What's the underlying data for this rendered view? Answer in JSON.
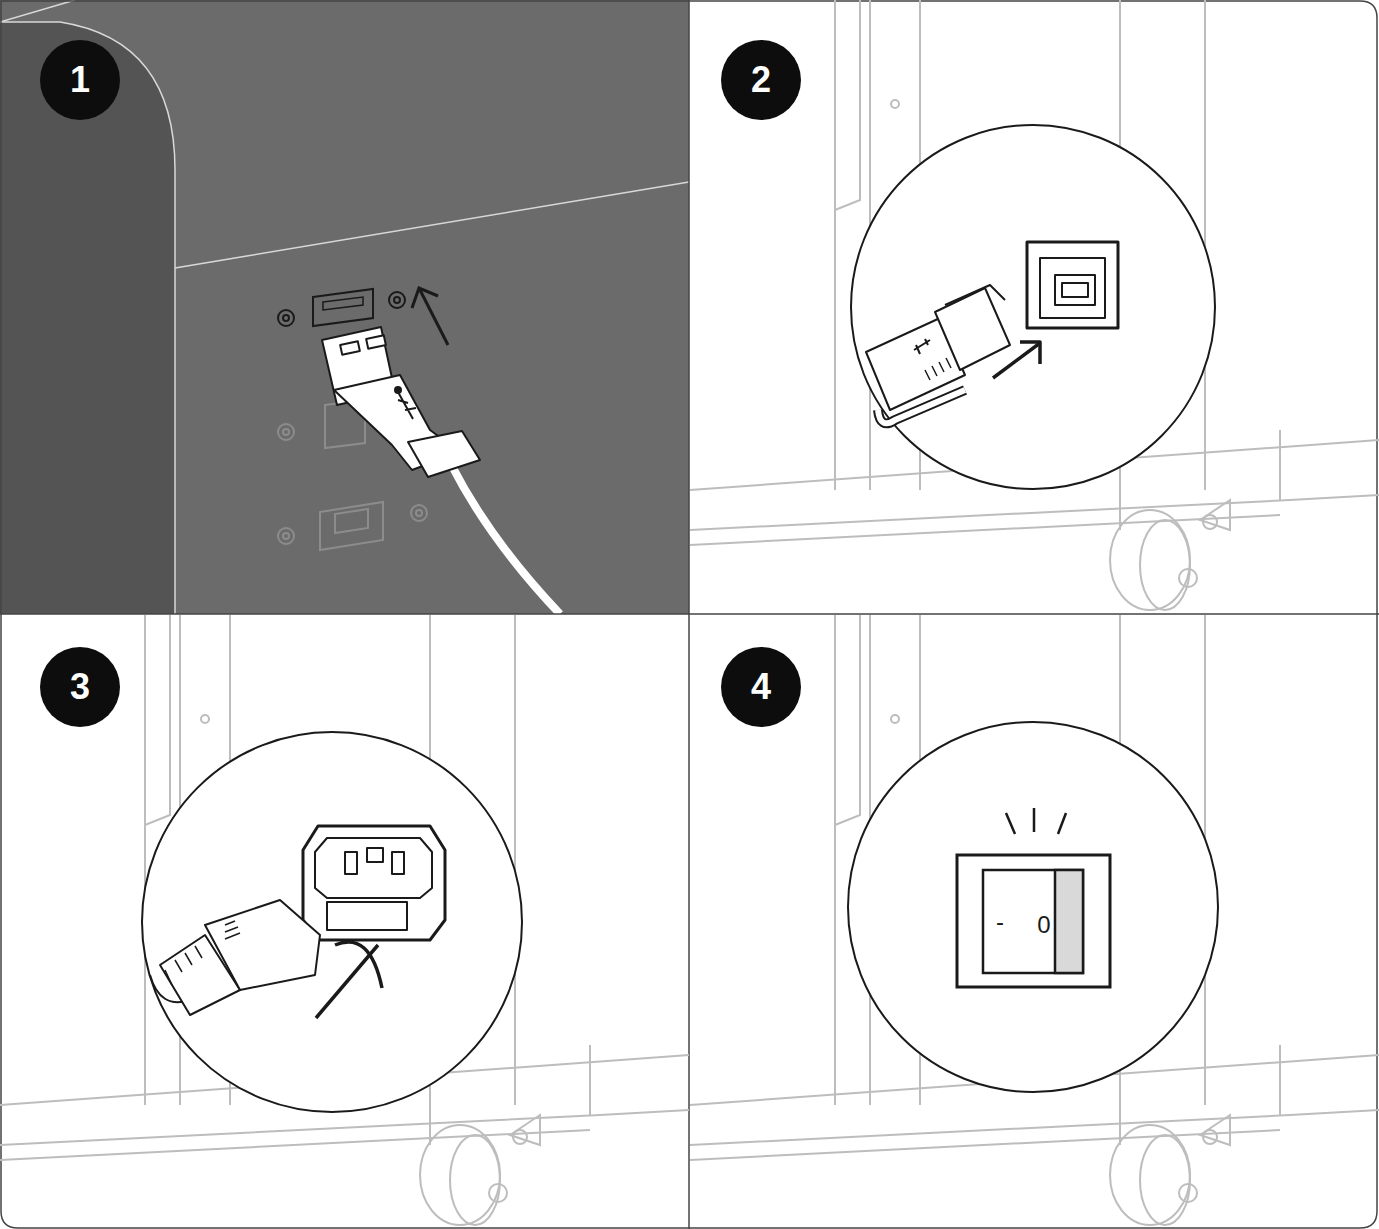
{
  "diagram": {
    "nodes": [
      {
        "text": [
          "1"
        ]
      },
      {
        "text": [
          "2"
        ]
      },
      {
        "text": [
          "3"
        ]
      },
      {
        "text": [
          "4"
        ]
      }
    ],
    "labels": [
      "-",
      "0"
    ]
  }
}
